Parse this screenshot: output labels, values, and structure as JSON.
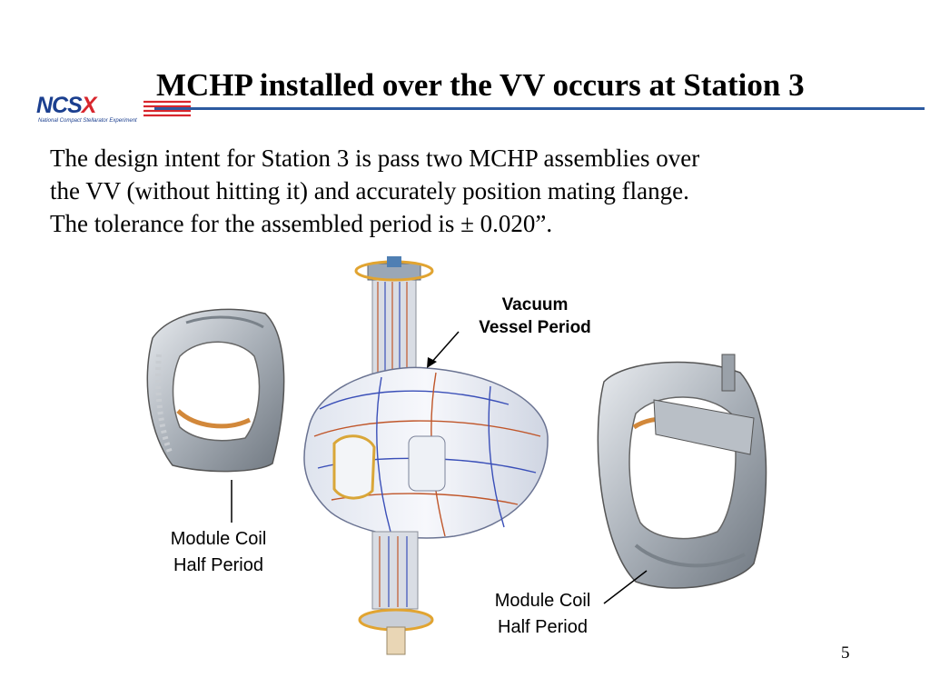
{
  "logo": {
    "text_main": "NCS",
    "text_x": "X",
    "subtitle": "National Compact Stellarator Experiment"
  },
  "title": "MCHP installed over the VV occurs at Station 3",
  "body_lines": [
    "The design intent for Station 3 is pass two MCHP assemblies over",
    "the VV (without hitting it) and accurately position mating flange.",
    "The tolerance for the assembled period is ± 0.020”."
  ],
  "labels": {
    "vacuum_vessel": [
      "Vacuum",
      "Vessel Period"
    ],
    "module_coil_left": [
      "Module Coil",
      "Half Period"
    ],
    "module_coil_right": [
      "Module Coil",
      "Half Period"
    ]
  },
  "page_number": "5",
  "colors": {
    "logo_blue": "#1b3f8f",
    "logo_red": "#d8262d",
    "rule_blue": "#2c5aa0"
  }
}
